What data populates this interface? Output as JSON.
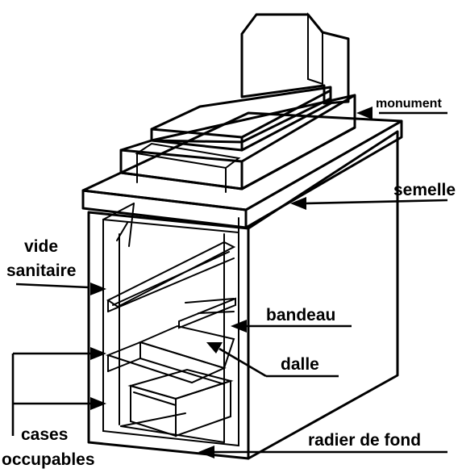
{
  "labels": {
    "monument": "monument",
    "semelle": "semelle",
    "vide_sanitaire_1": "vide",
    "vide_sanitaire_2": "sanitaire",
    "bandeau": "bandeau",
    "dalle": "dalle",
    "cases_occupables_1": "cases",
    "cases_occupables_2": "occupables",
    "radier_de_fond": "radier de fond"
  },
  "colors": {
    "line": "#000000",
    "stone": "#d0d0d0",
    "speckle": "#efefef",
    "background": "#ffffff"
  }
}
